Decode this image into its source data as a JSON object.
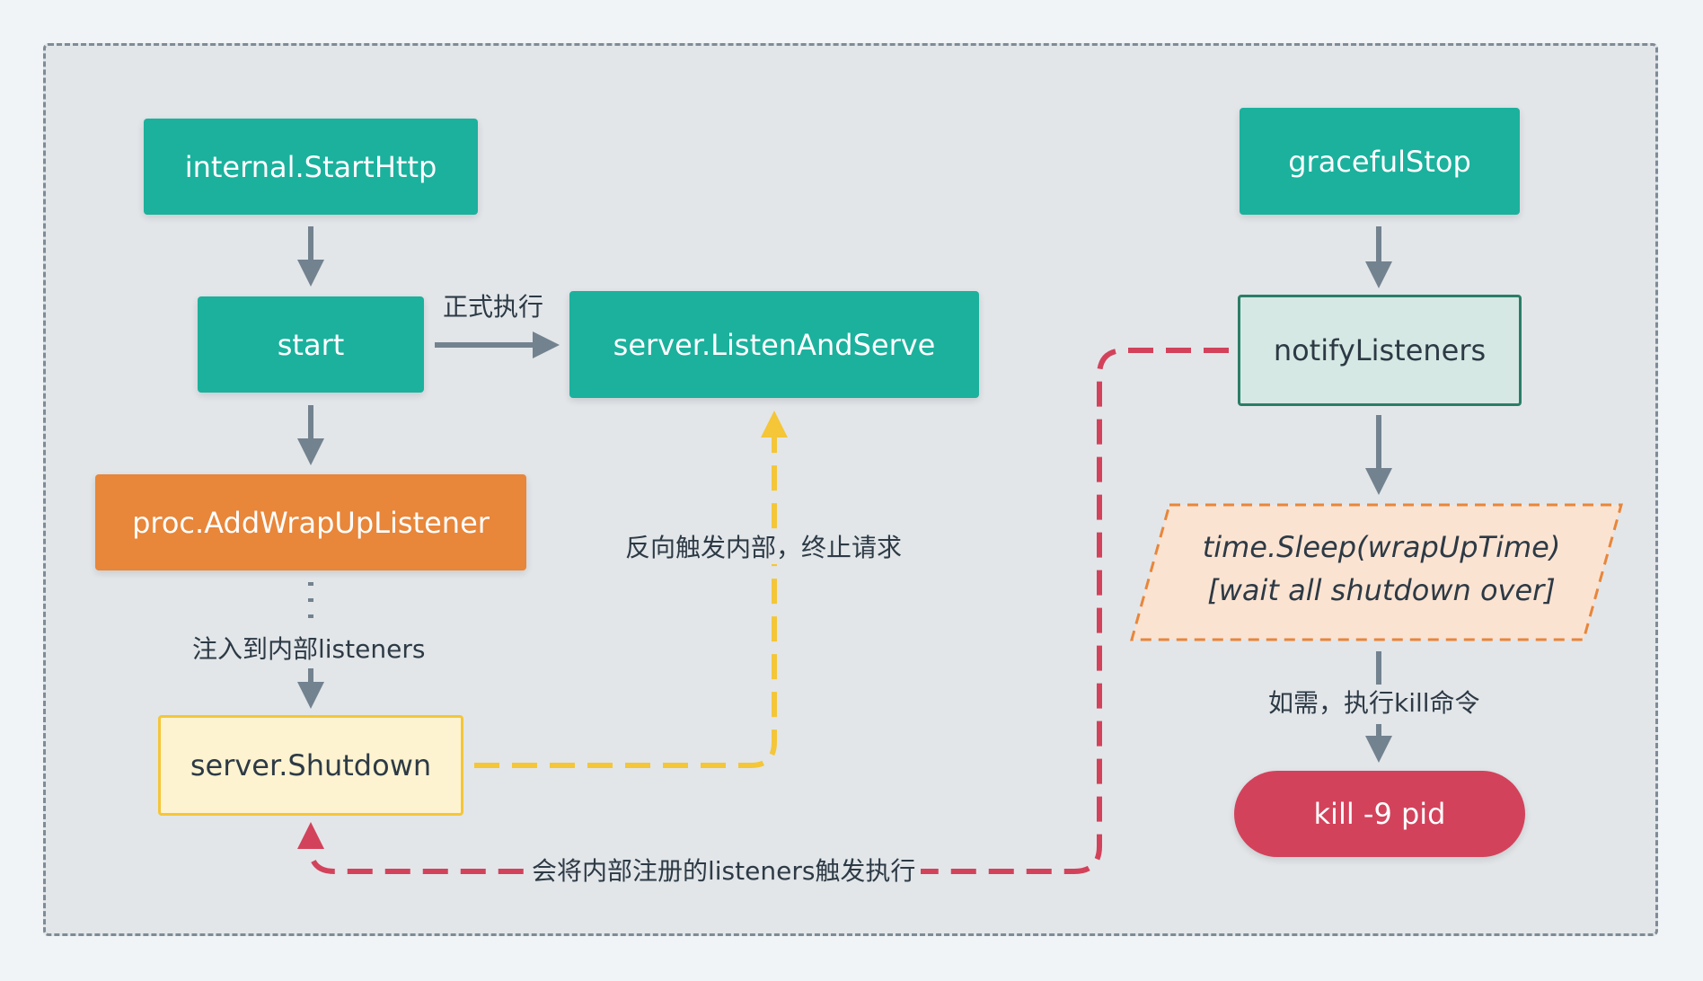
{
  "nodes": {
    "internal_start_http": "internal.StartHttp",
    "start": "start",
    "listen_and_serve": "server.ListenAndServe",
    "add_wrap_up_listener": "proc.AddWrapUpListener",
    "server_shutdown": "server.Shutdown",
    "graceful_stop": "gracefulStop",
    "notify_listeners": "notifyListeners",
    "time_sleep_line1": "time.Sleep(wrapUpTime)",
    "time_sleep_line2": "[wait all shutdown over]",
    "kill": "kill -9 pid"
  },
  "edge_labels": {
    "formal_execute": "正式执行",
    "inject_listeners": "注入到内部listeners",
    "reverse_trigger": "反向触发内部，终止请求",
    "trigger_registered": "会将内部注册的listeners触发执行",
    "kill_if_needed": "如需，执行kill命令"
  },
  "colors": {
    "teal": "#1bb19d",
    "orange": "#e8863a",
    "yellow": "#f4c638",
    "red": "#d3425b",
    "arrow_gray": "#73828f"
  }
}
